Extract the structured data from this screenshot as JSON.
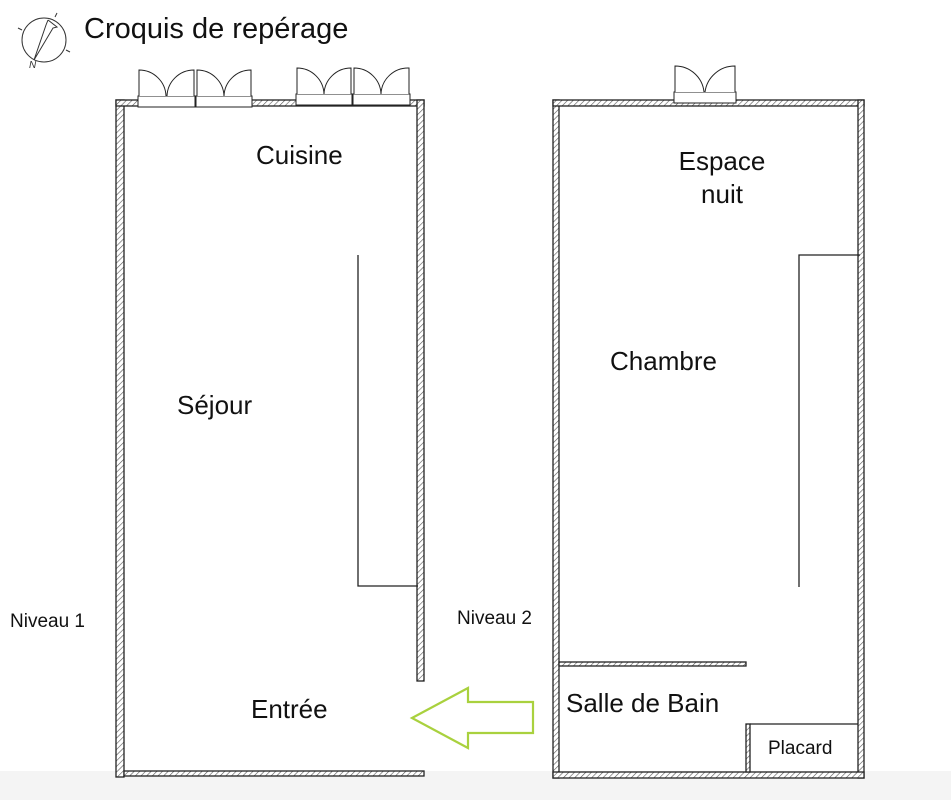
{
  "title": "Croquis de repérage",
  "compass": {
    "label": "N",
    "icon": "north-arrow-icon"
  },
  "levels": [
    {
      "label": "Niveau 1",
      "rooms": [
        "Cuisine",
        "Séjour",
        "Entrée"
      ]
    },
    {
      "label": "Niveau 2",
      "rooms": [
        "Espace nuit",
        "Chambre",
        "Salle de Bain",
        "Placard"
      ]
    }
  ],
  "colors": {
    "arrow": "#a9d13e",
    "wall": "#222222"
  }
}
